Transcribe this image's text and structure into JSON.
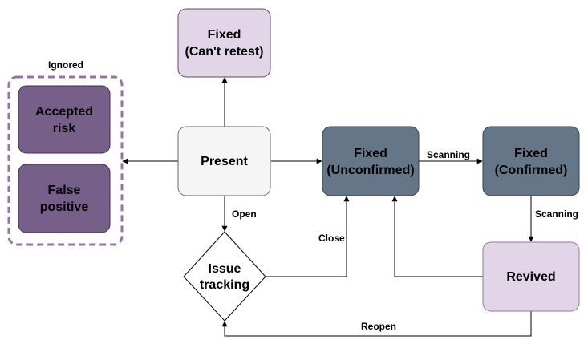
{
  "diagram": {
    "colors": {
      "light_purple": "#e1d5e7",
      "dark_purple": "#76608a",
      "slate": "#647687",
      "light_gray": "#f5f5f5",
      "line": "#000000",
      "group_border": "#9673a6"
    },
    "group": {
      "label": "Ignored"
    },
    "nodes": {
      "fixed_cant_retest": {
        "line1": "Fixed",
        "line2": "(Can't retest)"
      },
      "accepted_risk": {
        "line1": "Accepted",
        "line2": "risk"
      },
      "false_positive": {
        "line1": "False",
        "line2": "positive"
      },
      "present": {
        "label": "Present"
      },
      "fixed_unconfirmed": {
        "line1": "Fixed",
        "line2": "(Unconfirmed)"
      },
      "fixed_confirmed": {
        "line1": "Fixed",
        "line2": "(Confirmed)"
      },
      "issue_tracking": {
        "line1": "Issue",
        "line2": "tracking"
      },
      "revived": {
        "label": "Revived"
      }
    },
    "edges": {
      "open": "Open",
      "close": "Close",
      "scanning_1": "Scanning",
      "scanning_2": "Scanning",
      "reopen": "Reopen"
    }
  }
}
